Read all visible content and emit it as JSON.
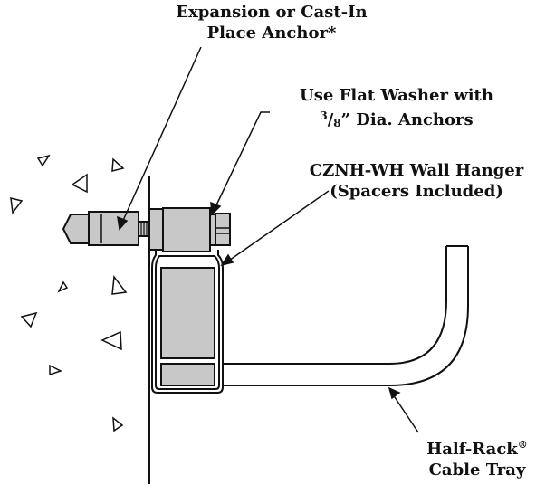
{
  "labels": {
    "anchor": {
      "line1": "Expansion or Cast-In",
      "line2": "Place Anchor*"
    },
    "washer": {
      "line1": "Use Flat Washer with",
      "fraction_numerator": "3",
      "fraction_slash": "/",
      "fraction_denominator": "8",
      "line2_rest": "” Dia. Anchors"
    },
    "hanger": {
      "line1": "CZNH-WH Wall Hanger",
      "line2": "(Spacers Included)"
    },
    "tray": {
      "line1_text": "Half-Rack",
      "line1_mark": "®",
      "line2": "Cable Tray"
    }
  },
  "colors": {
    "ink": "#111111",
    "hardware_fill": "#c8c8c8",
    "background": "#ffffff"
  }
}
